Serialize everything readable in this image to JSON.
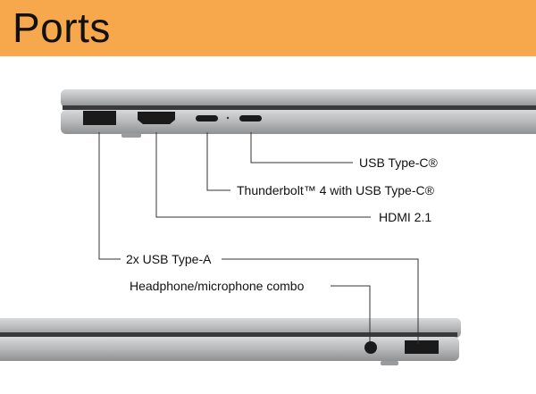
{
  "title": "Ports",
  "labels": {
    "usb_c": "USB Type-C®",
    "thunderbolt": "Thunderbolt™ 4 with USB Type-C®",
    "hdmi": "HDMI 2.1",
    "usb_a": "2x USB Type-A",
    "headphone": "Headphone/microphone combo"
  },
  "colors": {
    "header": "#f8a84c",
    "laptop": "#b9babc",
    "port": "#1a1a1a"
  }
}
